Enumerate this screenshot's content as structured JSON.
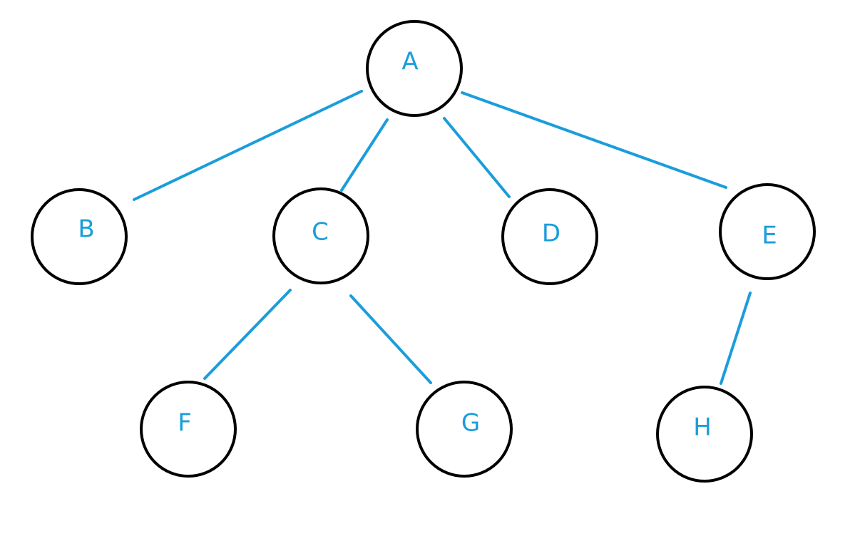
{
  "diagram": {
    "type": "tree",
    "colors": {
      "edge": "#1b9ddb",
      "label": "#1b9ddb",
      "node_outline": "#000000",
      "background": "#ffffff"
    },
    "nodes": {
      "A": {
        "label": "A"
      },
      "B": {
        "label": "B"
      },
      "C": {
        "label": "C"
      },
      "D": {
        "label": "D"
      },
      "E": {
        "label": "E"
      },
      "F": {
        "label": "F"
      },
      "G": {
        "label": "G"
      },
      "H": {
        "label": "H"
      }
    },
    "edges": [
      {
        "from": "A",
        "to": "B"
      },
      {
        "from": "A",
        "to": "C"
      },
      {
        "from": "A",
        "to": "D"
      },
      {
        "from": "A",
        "to": "E"
      },
      {
        "from": "C",
        "to": "F"
      },
      {
        "from": "C",
        "to": "G"
      },
      {
        "from": "E",
        "to": "H"
      }
    ]
  }
}
